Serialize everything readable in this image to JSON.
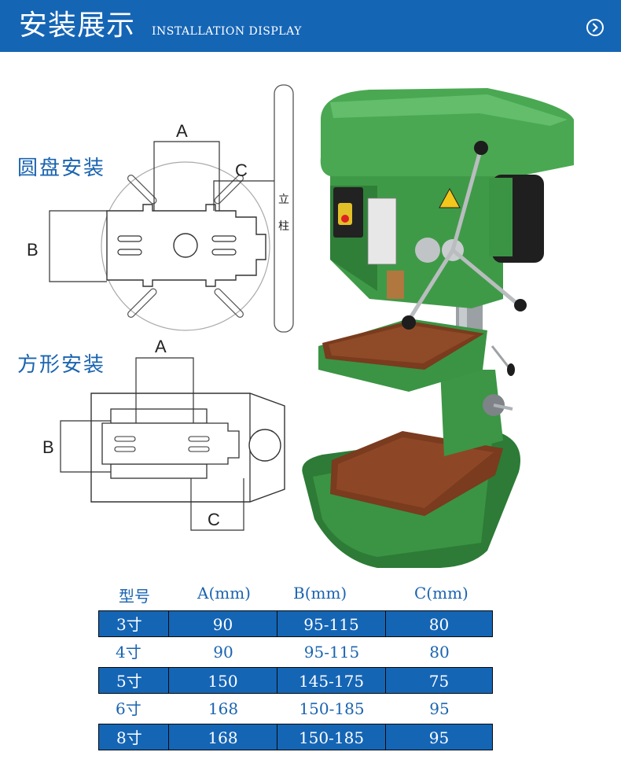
{
  "header": {
    "title": "安装展示",
    "subtitle": "INSTALLATION DISPLAY"
  },
  "sections": {
    "round": {
      "label": "圆盘安装",
      "dim_a": "A",
      "dim_b": "B",
      "dim_c": "C",
      "pillar_1": "立",
      "pillar_2": "柱"
    },
    "square": {
      "label": "方形安装",
      "dim_a": "A",
      "dim_b": "B",
      "dim_c": "C"
    }
  },
  "table": {
    "headers": [
      "型号",
      "A(mm)",
      "B(mm)",
      "C(mm)"
    ],
    "rows": [
      [
        "3寸",
        "90",
        "95-115",
        "80"
      ],
      [
        "4寸",
        "90",
        "95-115",
        "80"
      ],
      [
        "5寸",
        "150",
        "145-175",
        "75"
      ],
      [
        "6寸",
        "168",
        "150-185",
        "95"
      ],
      [
        "8寸",
        "168",
        "150-185",
        "95"
      ]
    ]
  },
  "colors": {
    "header_bg": "#1565b5",
    "accent_text": "#1a64b0",
    "machine_green": "#3f9a47",
    "table_surface": "#7a3b1e"
  },
  "icons": [
    "chevron-right-circle-icon"
  ]
}
